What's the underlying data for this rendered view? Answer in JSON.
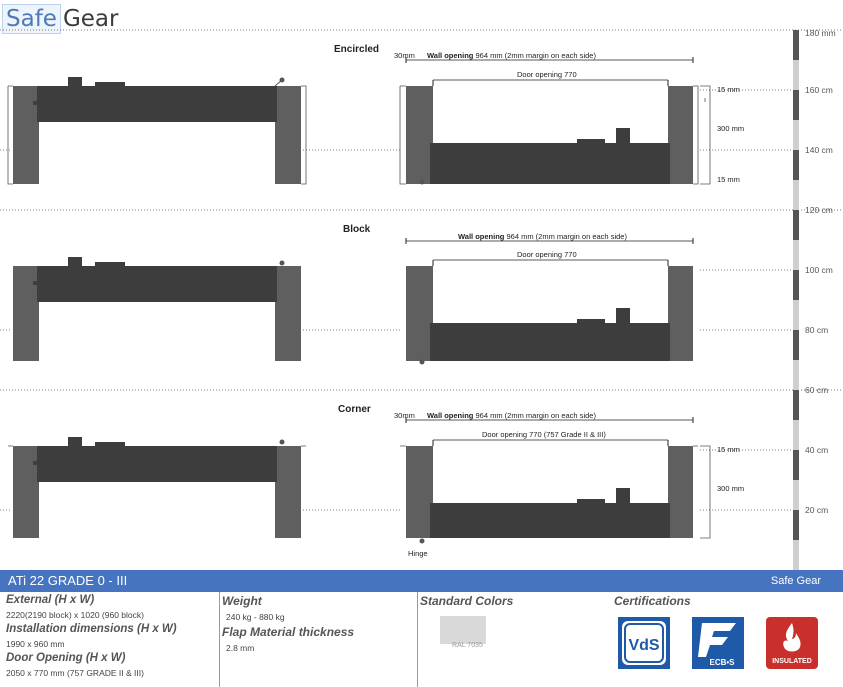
{
  "logo": {
    "part1": "Safe",
    "part2": "Gear"
  },
  "scale": {
    "labels": [
      "180 mm",
      "160 cm",
      "140 cm",
      "120 cm",
      "100 cm",
      "80 cm",
      "60 cm",
      "40 cm",
      "20 cm"
    ]
  },
  "sections": [
    {
      "title": "Encircled",
      "left_measure": "30mm",
      "wall_bold": "Wall opening",
      "wall_rest": "964 mm (2mm margin on each side)",
      "door": "Door opening 770",
      "side": [
        "15 mm",
        "300 mm",
        "15 mm"
      ]
    },
    {
      "title": "Block",
      "left_measure": "",
      "wall_bold": "Wall opening",
      "wall_rest": "964 mm (2mm margin on each side)",
      "door": "Door opening 770",
      "side": []
    },
    {
      "title": "Corner",
      "left_measure": "30mm",
      "wall_bold": "Wall opening",
      "wall_rest": "964 mm (2mm margin on each side)",
      "door": "Door opening 770 (757 Grade II & III)",
      "side": [
        "15 mm",
        "300 mm"
      ],
      "hinge": "Hinge"
    }
  ],
  "footer": {
    "title": "ATi 22 GRADE 0 - III",
    "brand": "Safe Gear"
  },
  "specs": {
    "external_label": "External (H x W)",
    "external_value": "2220(2190 block) x 1020 (960 block)",
    "install_label": "Installation dimensions (H x W)",
    "install_value": "1990 x 960 mm",
    "door_label": "Door Opening (H x W)",
    "door_value": "2050 x 770 mm (757 GRADE II & III)",
    "weight_label": "Weight",
    "weight_value": "240 kg - 880 kg",
    "flap_label": "Flap Material thickness",
    "flap_value": "2.8 mm",
    "colors_label": "Standard Colors",
    "color_name": "RAL 7035",
    "color_hex": "#d9d9d9",
    "cert_label": "Certifications",
    "certs": [
      {
        "text": "VdS",
        "color": "#1f5aa8"
      },
      {
        "text": "ECB•S",
        "color": "#1f5aa8"
      },
      {
        "text": "INSULATED",
        "color": "#c9302c"
      }
    ]
  }
}
